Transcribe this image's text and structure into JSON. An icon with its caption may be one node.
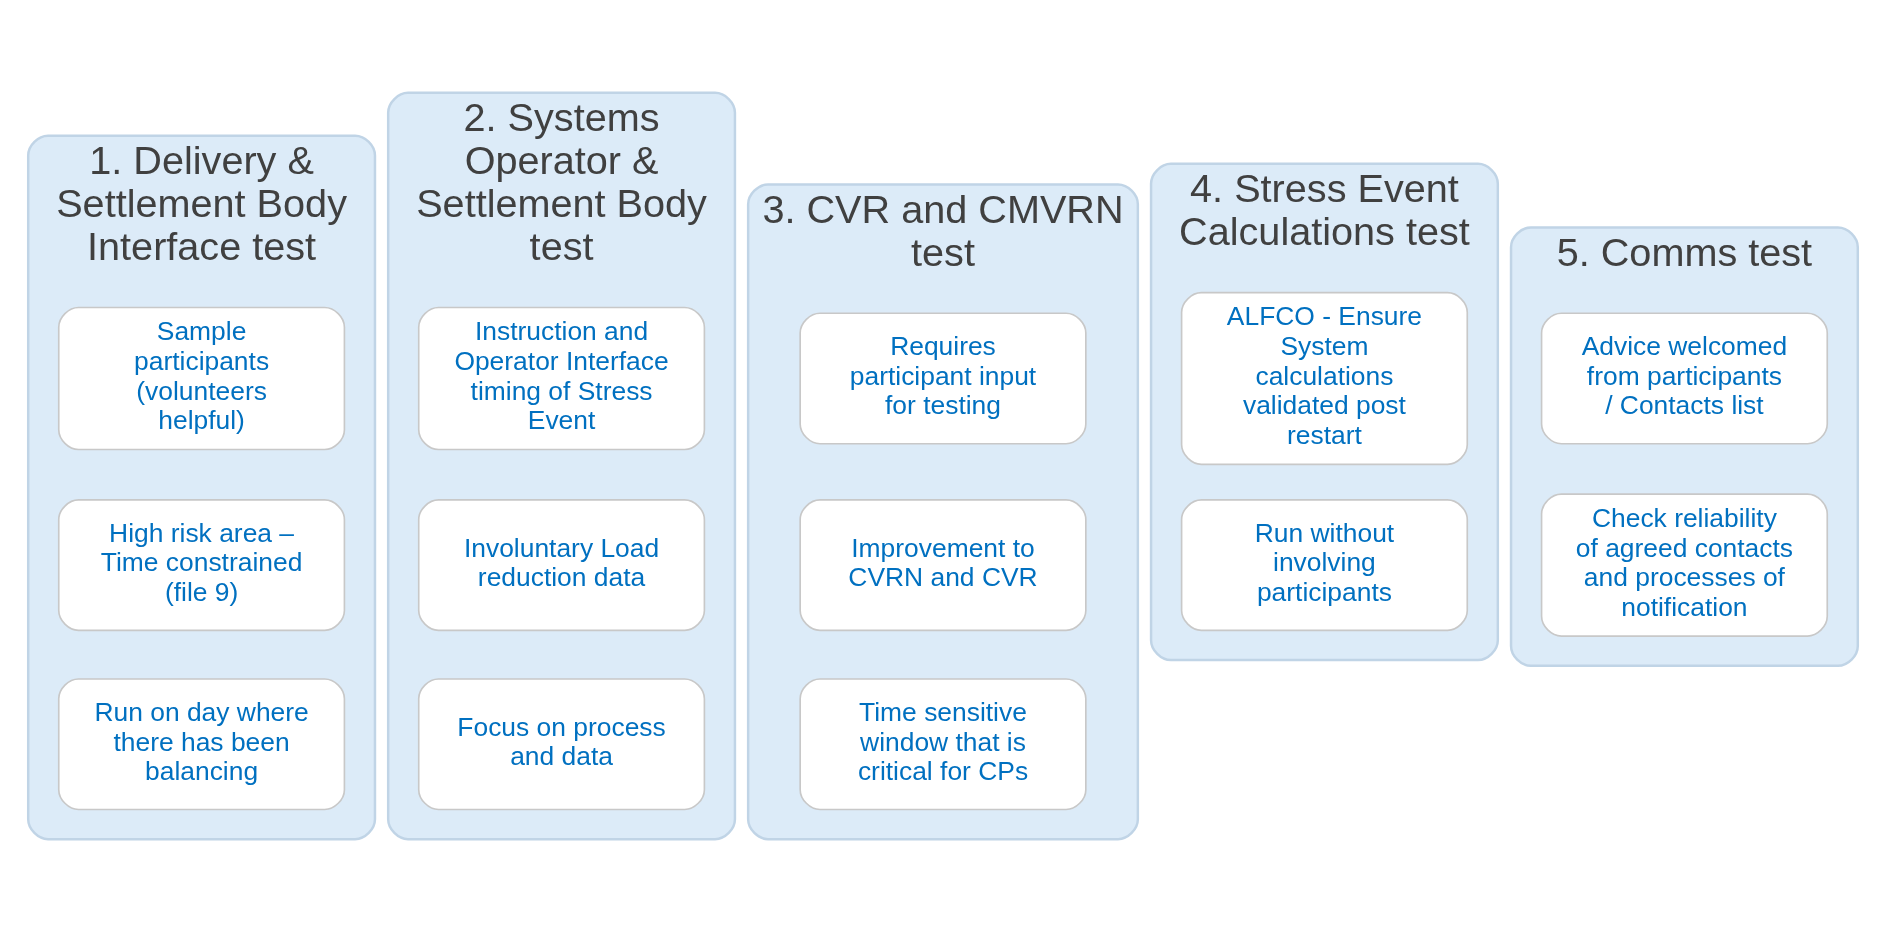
{
  "diagram": {
    "nodes": [
      {
        "text": [
          "1. Delivery & Settlement Body Interface test"
        ]
      },
      {
        "text": [
          "Sample participants (volunteers helpful)"
        ],
        "in": 0
      },
      {
        "text": [
          "High risk area – Time constrained (file 9)"
        ],
        "in": 0
      },
      {
        "text": [
          "Run on day where there has been balancing"
        ],
        "in": 0
      },
      {
        "text": [
          "2. Systems Operator & Settlement Body test"
        ]
      },
      {
        "text": [
          "Instruction and Operator Interface timing of Stress Event"
        ],
        "in": 4
      },
      {
        "text": [
          "Involuntary Load reduction data"
        ],
        "in": 4
      },
      {
        "text": [
          "Focus on process and data"
        ],
        "in": 4
      },
      {
        "text": [
          "3. CVR and CMVRN test"
        ]
      },
      {
        "text": [
          "Requires participant input for testing"
        ],
        "in": 8
      },
      {
        "text": [
          "Improvement to CVRN and CVR"
        ],
        "in": 8
      },
      {
        "text": [
          "Time sensitive window that is critical for CPs"
        ],
        "in": 8
      },
      {
        "text": [
          "4. Stress Event Calculations test"
        ]
      },
      {
        "text": [
          "ALFCO - Ensure System calculations validated post restart"
        ],
        "in": 12
      },
      {
        "text": [
          "Run without involving participants"
        ],
        "in": 12
      },
      {
        "text": [
          "5. Comms test"
        ]
      },
      {
        "text": [
          "Advice welcomed from participants / Contacts list"
        ],
        "in": 15
      },
      {
        "text": [
          "Check reliability of agreed contacts and processes of notification"
        ],
        "in": 15
      }
    ]
  }
}
